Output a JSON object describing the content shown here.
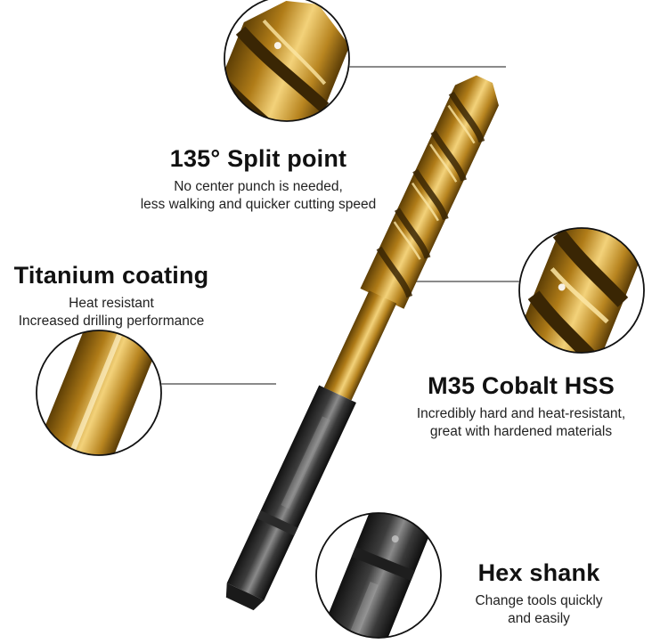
{
  "colors": {
    "gold_dark": "#6a4a08",
    "gold_mid": "#b5841f",
    "gold_light": "#f0cc6a",
    "shank_dark": "#1c1c1c",
    "shank_light": "#7a7a7a",
    "leader_line": "#444444"
  },
  "callouts": {
    "split_point": {
      "title": "135° Split point",
      "line1": "No center punch is needed,",
      "line2": "less walking and quicker cutting speed"
    },
    "titanium": {
      "title": "Titanium coating",
      "line1": "Heat resistant",
      "line2": "Increased drilling performance"
    },
    "cobalt": {
      "title": "M35 Cobalt HSS",
      "line1": "Incredibly hard and heat-resistant,",
      "line2": "great with hardened materials"
    },
    "hex": {
      "title": "Hex shank",
      "line1": "Change tools quickly",
      "line2": "and easily"
    }
  }
}
